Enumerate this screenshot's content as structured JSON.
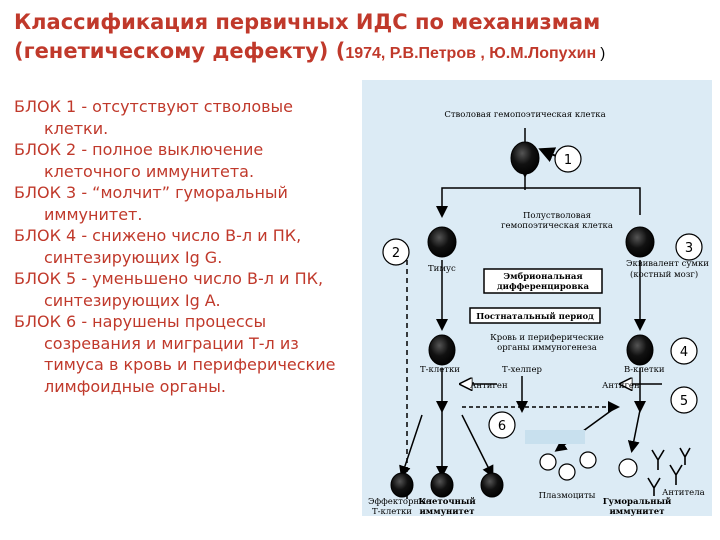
{
  "title": {
    "line1": "Классификация первичных ИДС по механизмам",
    "line2": "(генетическому дефекту) (",
    "citation": "1974, Р.В.Петров , Ю.М.Лопухин",
    "close": " )"
  },
  "blocks": [
    {
      "label": "БЛОК 1",
      "text": " - отсутствуют стволовые клетки."
    },
    {
      "label": "БЛОК 2",
      "text": " - полное выключение клеточного иммунитета."
    },
    {
      "label": "БЛОК 3",
      "text": "  - “молчит” гуморальный иммунитет."
    },
    {
      "label": "БЛОК 4",
      "text": "  - снижено число В-л и ПК, синтезирующих Ig G."
    },
    {
      "label": "БЛОК 5",
      "text": "  - уменьшено число В-л и ПК, синтезирующих Ig A."
    },
    {
      "label": "БЛОК 6",
      "text": "  - нарушены процессы созревания и миграции Т-л из тимуса в кровь и периферические лимфоидные органы."
    }
  ],
  "diagram": {
    "stem_cell": "Стволовая гемопоэтическая клетка",
    "semi_stem_1": "Полустволовая",
    "semi_stem_2": "гемопоэтическая клетка",
    "thymus": "Тимус",
    "bursa_1": "Эквивалент сумки",
    "bursa_2": "(костный мозг)",
    "embryonic_1": "Эмбриональная",
    "embryonic_2": "дифференцировка",
    "postnatal": "Постнатальный период",
    "blood_1": "Кровь и периферические",
    "blood_2": "органы иммуногенеза",
    "t_cells": "Т-клетки",
    "t_helper": "Т-хелпер",
    "b_cells": "В-клетки",
    "antigen_left": "Антиген",
    "antigen_right": "Антиген",
    "plasma": "Плазмоциты",
    "antibody": "Антитела",
    "effector_1": "Эффекторные",
    "effector_2": "Т-клетки",
    "cell_immunity_1": "Клеточный",
    "cell_immunity_2": "иммунитет",
    "humoral_1": "Гуморальный",
    "humoral_2": "иммунитет",
    "markers": [
      "1",
      "2",
      "3",
      "4",
      "5",
      "6"
    ]
  },
  "colors": {
    "title": "#c0392b",
    "text": "#c0392b",
    "diagram_bg": "#dcebf5",
    "marker_fill": "#ffffff"
  }
}
